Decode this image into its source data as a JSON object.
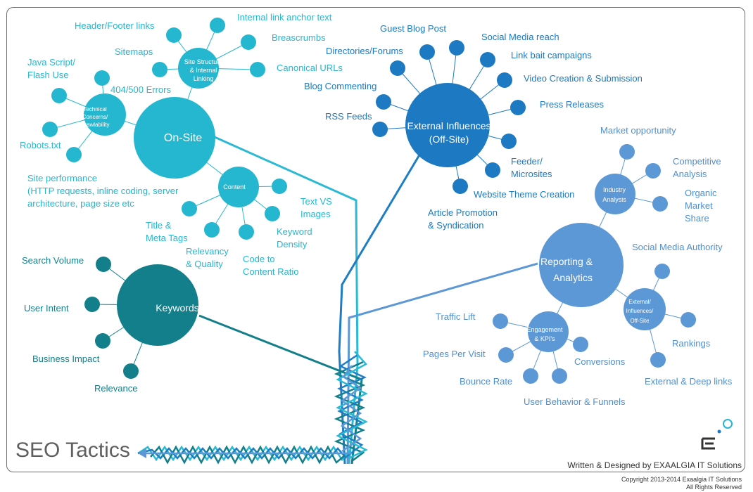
{
  "title": "SEO Tactics",
  "credit": "Written & Designed by EXAALGIA IT Solutions",
  "copyright": "Copyright 2013-2014 Exaalgia IT Solutions",
  "rights": "All Rights Reserved",
  "colors": {
    "onsite": "#26b7d0",
    "keywords": "#127f8b",
    "external": "#1c79c2",
    "reporting": "#5c97d6"
  },
  "hubs": {
    "onsite": "On-Site",
    "keywords": "Keywords",
    "external": [
      "External Influences",
      "(Off-Site)"
    ],
    "reporting": [
      "Reporting &",
      "Analytics"
    ]
  },
  "subhubs": {
    "site_structure": [
      "Site Structure",
      "& Internal",
      "Linking"
    ],
    "technical": [
      "Technical",
      "Concerns/",
      "Crawlability"
    ],
    "content": "Content",
    "industry": [
      "Industry",
      "Analysis"
    ],
    "ext_influences": [
      "External/",
      "Influences/",
      "Off-Site"
    ],
    "engagement": [
      "Engagement",
      "& KPI's"
    ]
  },
  "labels": {
    "header_footer": "Header/Footer links",
    "internal_anchor": "Internal link anchor text",
    "breadcrumbs": "Breascrumbs",
    "sitemaps": "Sitemaps",
    "canonical": "Canonical URLs",
    "javascript": [
      "Java Script/",
      "Flash Use"
    ],
    "errors": "404/500 Errors",
    "robots": "Robots.txt",
    "site_performance": [
      "Site performance",
      "(HTTP requests, inline coding, server",
      "architecture, page size etc"
    ],
    "text_vs": [
      "Text VS",
      "Images"
    ],
    "title_meta": [
      "Title &",
      "Meta Tags"
    ],
    "relevancy": [
      "Relevancy",
      "& Quality"
    ],
    "code_ratio": [
      "Code to",
      "Content Ratio"
    ],
    "keyword_density": [
      "Keyword",
      "Density"
    ],
    "search_volume": "Search Volume",
    "user_intent": "User Intent",
    "business_impact": "Business Impact",
    "relevance": "Relevance",
    "guest_blog": "Guest Blog Post",
    "social_reach": "Social Media reach",
    "directories": "Directories/Forums",
    "link_bait": "Link bait campaigns",
    "video": "Video Creation & Submission",
    "blog_commenting": "Blog Commenting",
    "press": "Press Releases",
    "rss": "RSS Feeds",
    "feeder": [
      "Feeder/",
      "Microsites"
    ],
    "theme": "Website Theme Creation",
    "article": [
      "Article Promotion",
      "& Syndication"
    ],
    "market": "Market opportunity",
    "competitive": [
      "Competitive",
      "Analysis"
    ],
    "organic": [
      "Organic",
      "Market",
      "Share"
    ],
    "social_authority": "Social Media Authority",
    "rankings": "Rankings",
    "deep_links": "External & Deep links",
    "traffic_lift": "Traffic Lift",
    "pages_per_visit": "Pages Per Visit",
    "conversions": "Conversions",
    "bounce": "Bounce Rate",
    "behavior": "User Behavior & Funnels"
  }
}
